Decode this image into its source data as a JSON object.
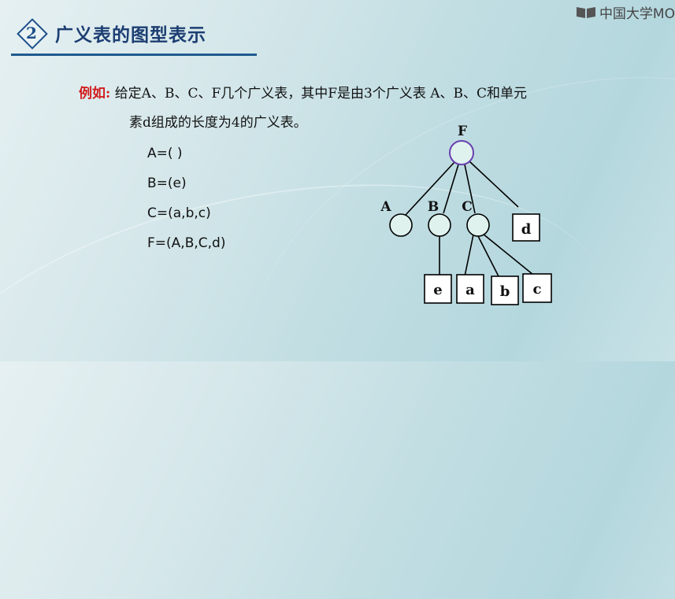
{
  "logo": {
    "text": "中国大学MO",
    "icon": "book-icon"
  },
  "header": {
    "number": "2",
    "title": "广义表的图型表示"
  },
  "paragraph": {
    "label": "例如:",
    "line1": "给定A、B、C、F几个广义表，其中F是由3个广义表 A、B、C和单元",
    "line2": "素d组成的长度为4的广义表。"
  },
  "lists": [
    "A=( )",
    "B=(e)",
    "C=(a,b,c)",
    "F=(A,B,C,d)"
  ],
  "diagram": {
    "root": "F",
    "sublists": [
      "A",
      "B",
      "C"
    ],
    "atom_d": "d",
    "leaves": [
      "e",
      "a",
      "b",
      "c"
    ],
    "colors": {
      "node_fill": "#dff2ee",
      "root_stroke": "#6a3fb0",
      "line": "#000000"
    }
  }
}
